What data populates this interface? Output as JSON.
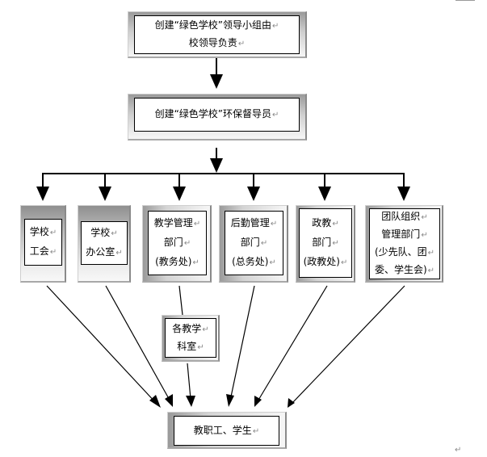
{
  "diagram": {
    "title_box": {
      "lines": [
        "创建“绿色学校”领导小组由",
        "校领导负责"
      ]
    },
    "supervisor_box": {
      "lines": [
        "创建“绿色学校”环保督导员"
      ]
    },
    "departments": [
      {
        "id": "union",
        "lines": [
          "学校",
          "工会"
        ]
      },
      {
        "id": "office",
        "lines": [
          "学校",
          "办公室"
        ]
      },
      {
        "id": "teaching",
        "lines": [
          "教学管理",
          "部门",
          "(教务处)"
        ]
      },
      {
        "id": "logistics",
        "lines": [
          "后勤管理",
          "部门",
          "(总务处)"
        ]
      },
      {
        "id": "political",
        "lines": [
          "政教",
          "部门",
          "(政教处)"
        ]
      },
      {
        "id": "youth",
        "lines": [
          "团队组织",
          "管理部门",
          "(少先队、团",
          "委、学生会)"
        ]
      }
    ],
    "subject_box": {
      "lines": [
        "各教学",
        "科室"
      ]
    },
    "target_box": {
      "lines": [
        "教职工、学生"
      ]
    },
    "return_mark": "↵"
  }
}
